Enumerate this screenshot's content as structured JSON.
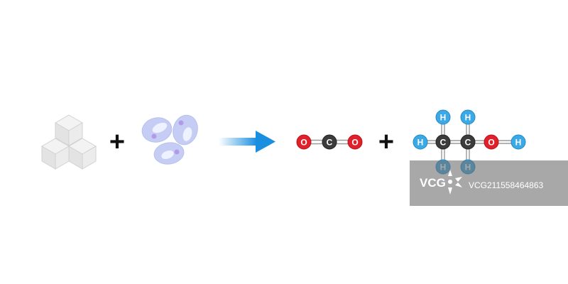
{
  "equation": {
    "plus_symbol": "+"
  },
  "molecules": {
    "carbon_dioxide": {
      "atoms": [
        {
          "symbol": "O",
          "color": "#e0202a"
        },
        {
          "symbol": "C",
          "color": "#3c3c3c"
        },
        {
          "symbol": "O",
          "color": "#e0202a"
        }
      ]
    },
    "ethanol": {
      "atoms": [
        {
          "symbol": "H",
          "color": "#3aa9e6"
        },
        {
          "symbol": "C",
          "color": "#3c3c3c"
        },
        {
          "symbol": "C",
          "color": "#3c3c3c"
        },
        {
          "symbol": "O",
          "color": "#e0202a"
        },
        {
          "symbol": "H",
          "color": "#3aa9e6"
        },
        {
          "symbol": "H",
          "color": "#3aa9e6"
        },
        {
          "symbol": "H",
          "color": "#3aa9e6"
        },
        {
          "symbol": "H",
          "color": "#3aa9e6"
        },
        {
          "symbol": "H",
          "color": "#3aa9e6"
        }
      ]
    }
  },
  "colors": {
    "arrow": "#1a8fe0",
    "sugar_cube": "#e6e6e6",
    "yeast_cell": "#c4ccf3",
    "yeast_nucleus": "#b39ae8",
    "hydrogen": "#3aa9e6",
    "oxygen": "#e0202a",
    "carbon": "#3c3c3c"
  },
  "watermark": {
    "logo_text": "VCG",
    "id_text": "VCG211558464863"
  }
}
